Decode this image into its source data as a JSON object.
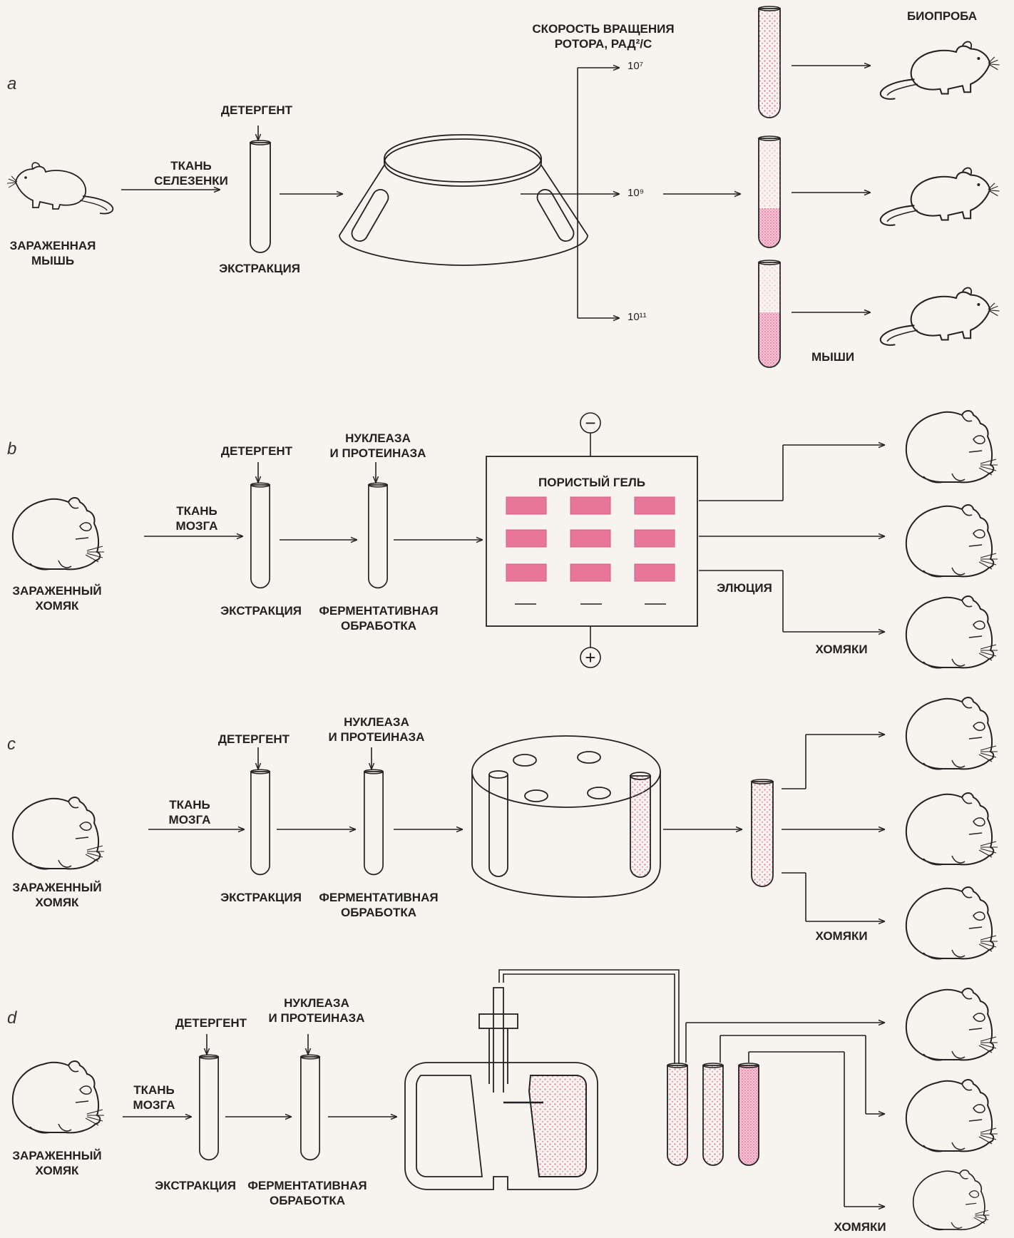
{
  "colors": {
    "accent_pink": "#e8759a",
    "ink": "#222222",
    "background": "#f7f3ef"
  },
  "panels": {
    "a": {
      "letter": "a",
      "source_label": "ЗАРАЖЕННАЯ\nМЫШЬ",
      "tissue_label": "ТКАНЬ\nСЕЛЕЗЕНКИ",
      "detergent_label": "ДЕТЕРГЕНТ",
      "extraction_label": "ЭКСТРАКЦИЯ",
      "rotor_speed_title": "СКОРОСТЬ ВРАЩЕНИЯ\nРОТОРА, РАД²/С",
      "speeds": [
        "10⁷",
        "10⁹",
        "10¹¹"
      ],
      "bioassay_label": "БИОПРОБА",
      "animals_label": "МЫШИ"
    },
    "b": {
      "letter": "b",
      "source_label": "ЗАРАЖЕННЫЙ\nХОМЯК",
      "tissue_label": "ТКАНЬ\nМОЗГА",
      "detergent_label": "ДЕТЕРГЕНТ",
      "enzyme_label": "НУКЛЕАЗА\nИ ПРОТЕИНАЗА",
      "extraction_label": "ЭКСТРАКЦИЯ",
      "treatment_label": "ФЕРМЕНТАТИВНАЯ\nОБРАБОТКА",
      "gel_label": "ПОРИСТЫЙ ГЕЛЬ",
      "minus": "−",
      "plus": "+",
      "elution_label": "ЭЛЮЦИЯ",
      "animals_label": "ХОМЯКИ"
    },
    "c": {
      "letter": "c",
      "source_label": "ЗАРАЖЕННЫЙ\nХОМЯК",
      "tissue_label": "ТКАНЬ\nМОЗГА",
      "detergent_label": "ДЕТЕРГЕНТ",
      "enzyme_label": "НУКЛЕАЗА\nИ ПРОТЕИНАЗА",
      "extraction_label": "ЭКСТРАКЦИЯ",
      "treatment_label": "ФЕРМЕНТАТИВНАЯ\nОБРАБОТКА",
      "animals_label": "ХОМЯКИ"
    },
    "d": {
      "letter": "d",
      "source_label": "ЗАРАЖЕННЫЙ\nХОМЯК",
      "tissue_label": "ТКАНЬ\nМОЗГА",
      "detergent_label": "ДЕТЕРГЕНТ",
      "enzyme_label": "НУКЛЕАЗА\nИ ПРОТЕИНАЗА",
      "extraction_label": "ЭКСТРАКЦИЯ",
      "treatment_label": "ФЕРМЕНТАТИВНАЯ\nОБРАБОТКА",
      "animals_label": "ХОМЯКИ"
    }
  }
}
